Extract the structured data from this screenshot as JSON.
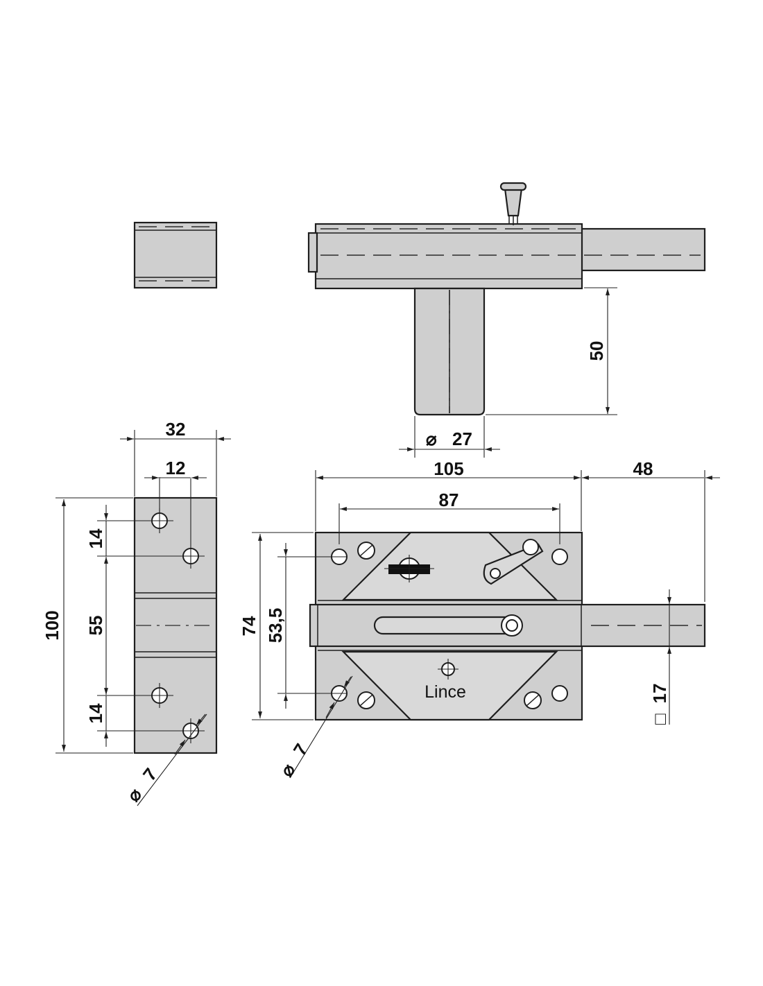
{
  "dimensions": {
    "plate_width": "32",
    "hole_spacing_x": "12",
    "plate_height": "100",
    "upper_hole_pitch": "14",
    "center_gap": "55",
    "lower_hole_pitch": "14",
    "plate_hole_diameter": "7",
    "shaft_length": "50",
    "shaft_diameter": "27",
    "body_length": "105",
    "bolt_projection": "48",
    "hole_spacing_body": "87",
    "body_height": "74",
    "body_hole_pitch": "53,5",
    "body_hole_diameter": "7",
    "bolt_square": "17"
  },
  "symbols": {
    "diameter": "⌀",
    "square": "□"
  },
  "brand": "Lince",
  "colors": {
    "part_fill": "#cfcfcf",
    "outline": "#1e1e1e",
    "background": "#ffffff"
  }
}
